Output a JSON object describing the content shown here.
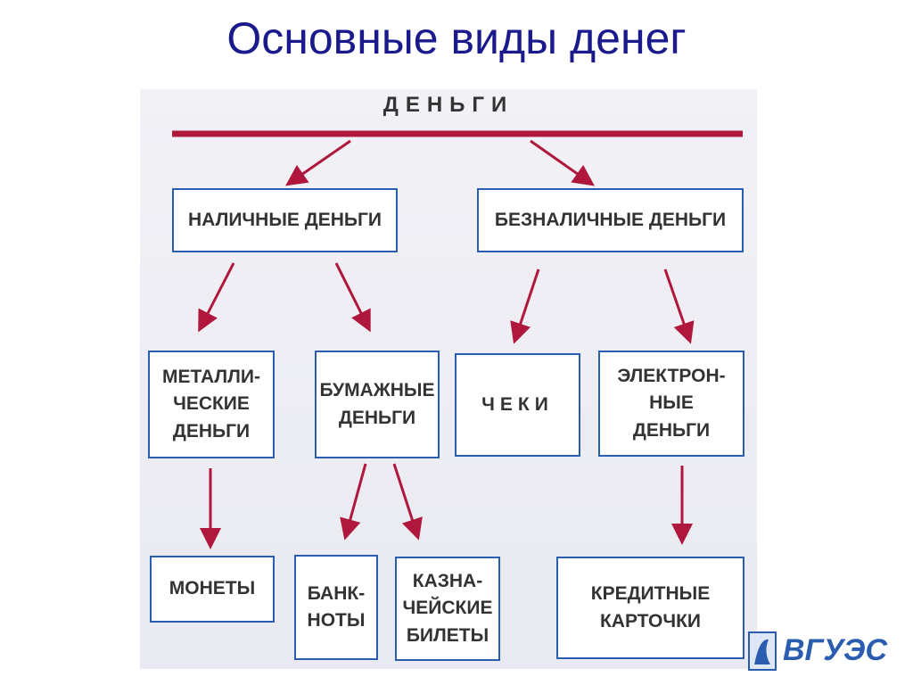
{
  "title": "Основные виды денег",
  "root": "ДЕНЬГИ",
  "level1": {
    "cash": "НАЛИЧНЫЕ ДЕНЬГИ",
    "noncash": "БЕЗНАЛИЧНЫЕ ДЕНЬГИ"
  },
  "level2": {
    "metal": "МЕТАЛЛИ-\nЧЕСКИЕ\nДЕНЬГИ",
    "paper": "БУМАЖНЫЕ\nДЕНЬГИ",
    "checks": "ЧЕКИ",
    "electronic": "ЭЛЕКТРОН-\nНЫЕ\nДЕНЬГИ"
  },
  "level3": {
    "coins": "МОНЕТЫ",
    "banknotes": "БАНК-\nНОТЫ",
    "treasury": "КАЗНА-\nЧЕЙСКИЕ\nБИЛЕТЫ",
    "credit_cards": "КРЕДИТНЫЕ\nКАРТОЧКИ"
  },
  "logo": {
    "text": "ВГУЭС"
  },
  "colors": {
    "title": "#1a1a8c",
    "box_border": "#2a5db0",
    "arrow": "#b0173c"
  }
}
